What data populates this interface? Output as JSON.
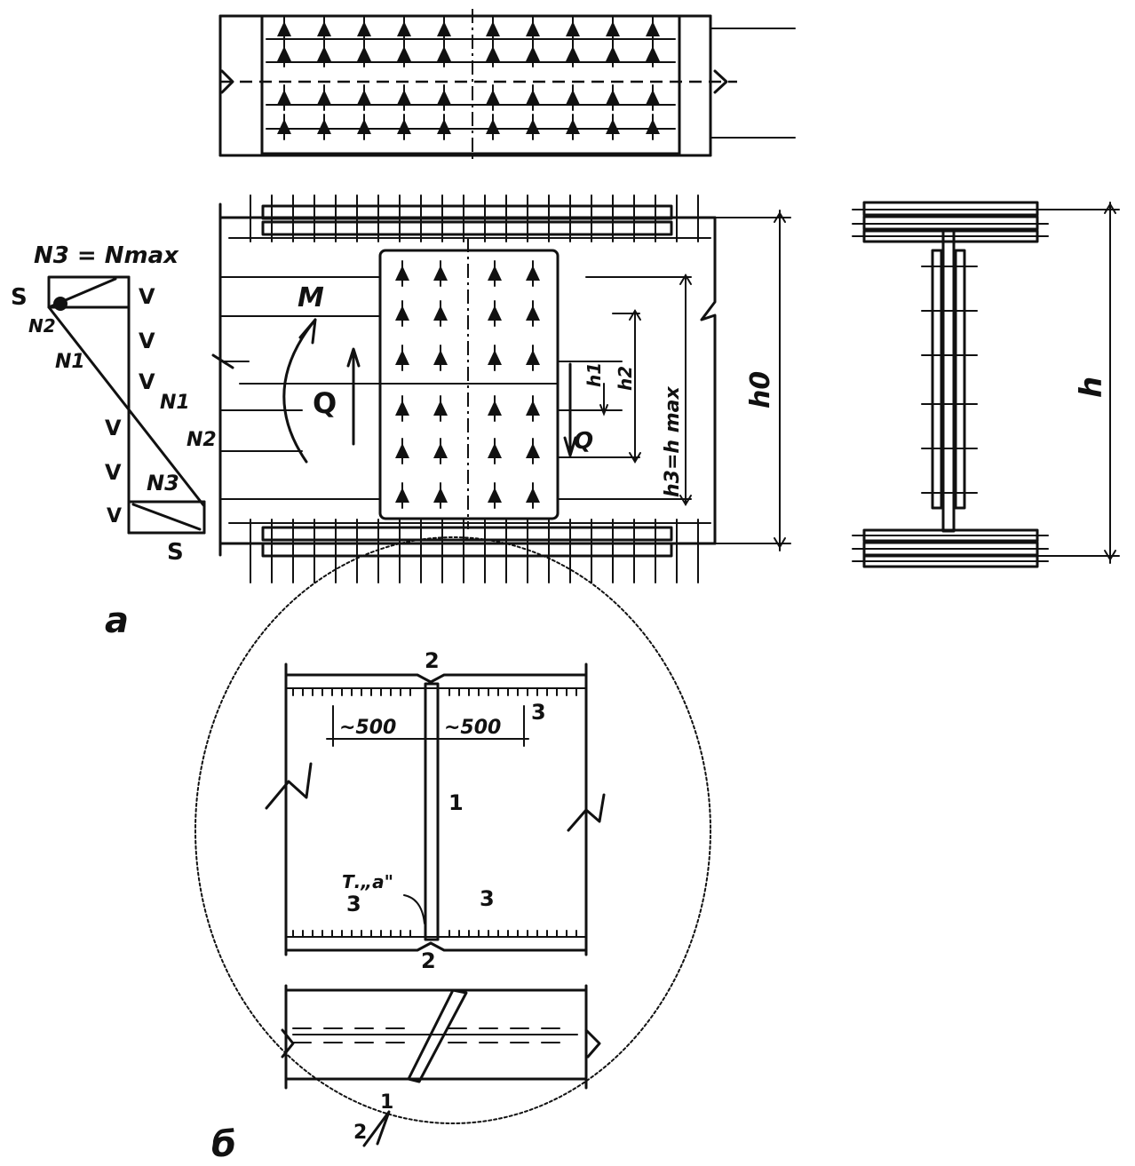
{
  "figure_a": {
    "caption": "a",
    "force_diagram": {
      "n_max_label": "N3 = Nmax",
      "s_label": "S",
      "n2_label": "N2",
      "n1_label": "N1",
      "v_label": "V",
      "n1_right_label": "N1",
      "n2_right_label": "N2",
      "n3_label": "N3",
      "bottom_s_label": "S"
    },
    "elevation": {
      "moment_label": "M",
      "shear_left_label": "Q",
      "shear_right_label": "Q",
      "h1_label": "h1",
      "h2_label": "h2",
      "h3_label": "h3=h max",
      "h0_label": "h0"
    },
    "section": {
      "h_label": "h"
    }
  },
  "figure_b": {
    "caption": "б",
    "top_marker": "2",
    "bottom_marker": "2",
    "dim_left": "~500",
    "dim_right": "~500",
    "label_3_top": "3",
    "label_1": "1",
    "point_a_label": "Т.„а\"",
    "label_3_left": "3",
    "label_3_right": "3",
    "bevel_label_1": "1",
    "bevel_label_2": "2"
  }
}
